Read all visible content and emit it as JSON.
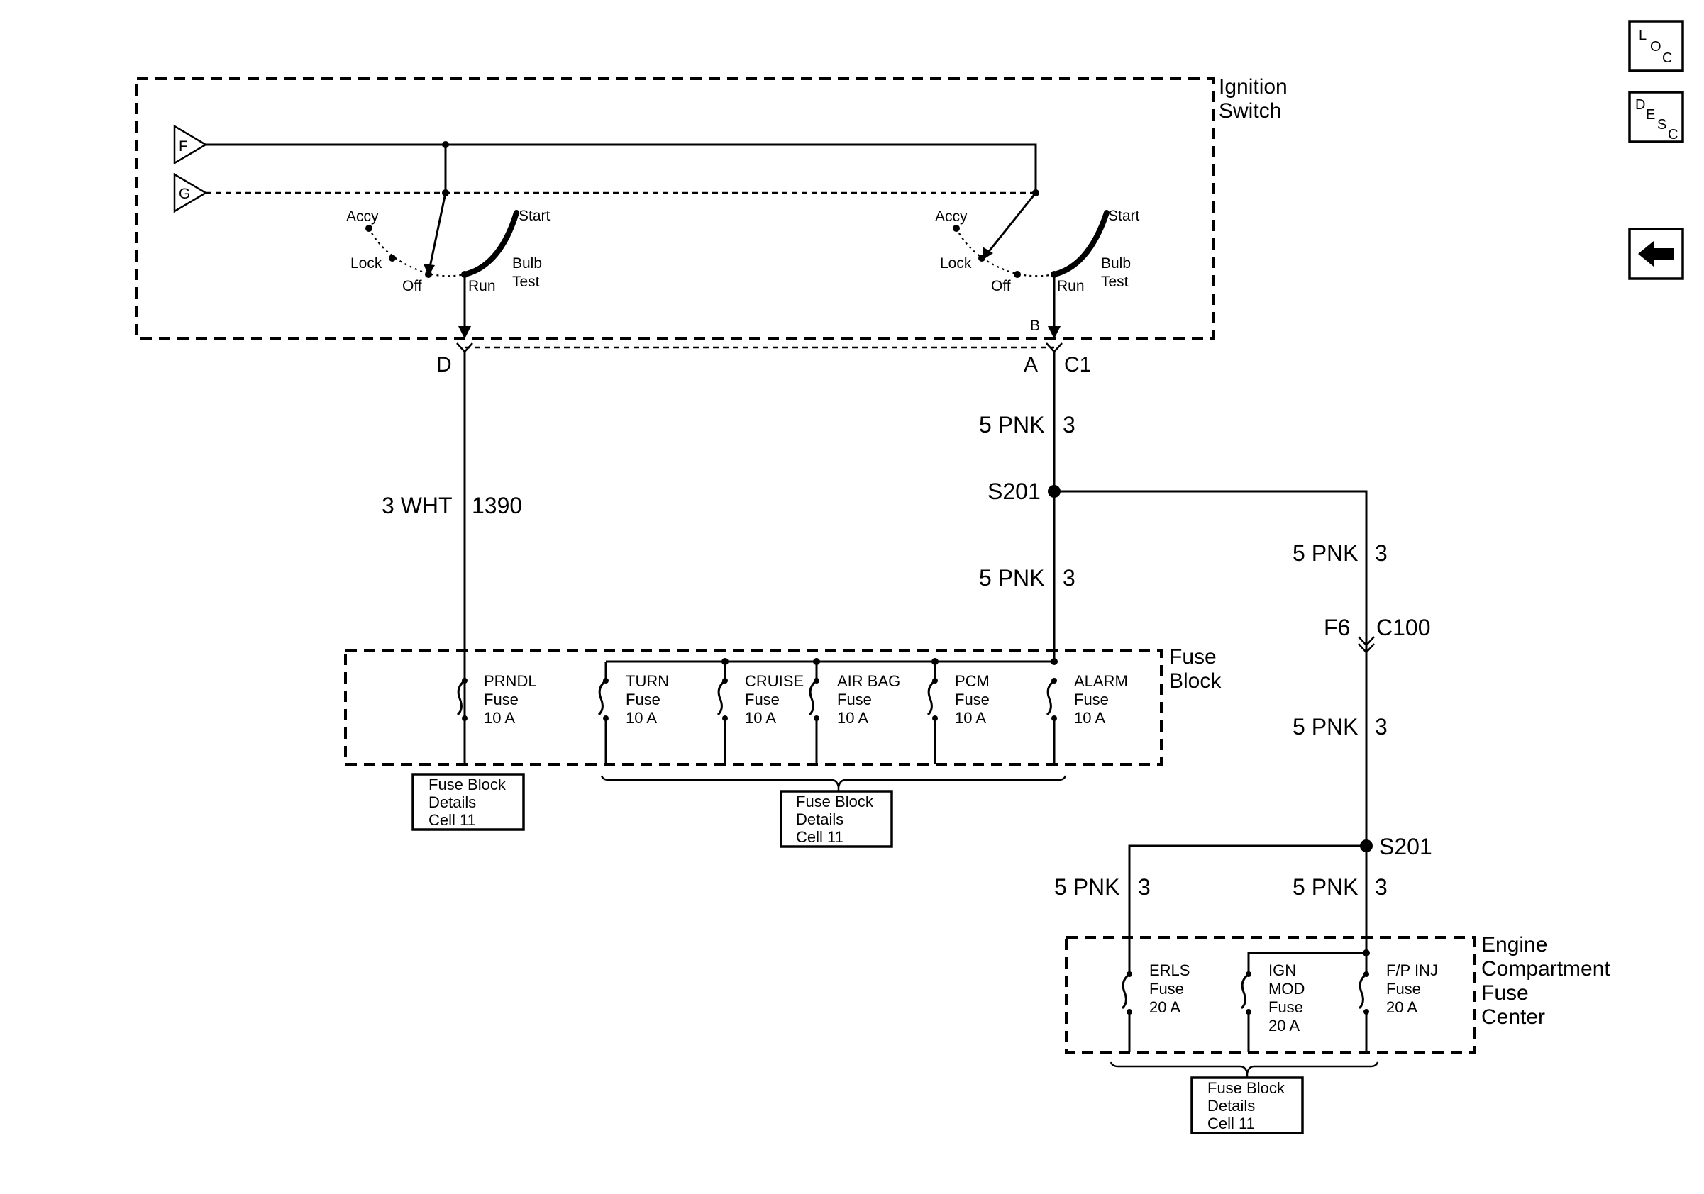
{
  "ignition_switch": {
    "title": [
      "Ignition",
      "Switch"
    ],
    "inputs": [
      "F",
      "G"
    ],
    "left_positions": [
      "Accy",
      "Lock",
      "Off",
      "Run",
      "Start",
      "Bulb",
      "Test"
    ],
    "right_positions": [
      "Accy",
      "Lock",
      "Off",
      "Run",
      "Start",
      "Bulb",
      "Test"
    ],
    "terminal_b": "B"
  },
  "connectors": {
    "left_pin": "D",
    "right_pin": "A",
    "right_connector": "C1",
    "c100_pin": "F6",
    "c100": "C100"
  },
  "wires": {
    "wht": {
      "size_color": "3 WHT",
      "circuit": "1390"
    },
    "pnk_upper": {
      "size_color": "5 PNK",
      "circuit": "3"
    },
    "pnk_lower": {
      "size_color": "5 PNK",
      "circuit": "3"
    },
    "pnk_right_a": {
      "size_color": "5 PNK",
      "circuit": "3"
    },
    "pnk_right_b": {
      "size_color": "5 PNK",
      "circuit": "3"
    },
    "pnk_erls": {
      "size_color": "5 PNK",
      "circuit": "3"
    },
    "pnk_fpinj": {
      "size_color": "5 PNK",
      "circuit": "3"
    }
  },
  "splices": {
    "upper": "S201",
    "lower": "S201"
  },
  "fuse_block": {
    "title": [
      "Fuse",
      "Block"
    ],
    "fuses": [
      {
        "name": "PRNDL",
        "type": "Fuse",
        "rating": "10 A"
      },
      {
        "name": "TURN",
        "type": "Fuse",
        "rating": "10 A"
      },
      {
        "name": "CRUISE",
        "type": "Fuse",
        "rating": "10 A"
      },
      {
        "name": "AIR BAG",
        "type": "Fuse",
        "rating": "10 A"
      },
      {
        "name": "PCM",
        "type": "Fuse",
        "rating": "10 A"
      },
      {
        "name": "ALARM",
        "type": "Fuse",
        "rating": "10 A"
      }
    ]
  },
  "engine_fuse_center": {
    "title": [
      "Engine",
      "Compartment",
      "Fuse",
      "Center"
    ],
    "fuses": [
      {
        "name": "ERLS",
        "type": "Fuse",
        "rating": "20 A"
      },
      {
        "name": "IGN",
        "name2": "MOD",
        "type": "Fuse",
        "rating": "20 A"
      },
      {
        "name": "F/P INJ",
        "type": "Fuse",
        "rating": "20 A"
      }
    ]
  },
  "refs": {
    "prndl": [
      "Fuse Block",
      "Details",
      "Cell 11"
    ],
    "fuse_block_group": [
      "Fuse Block",
      "Details",
      "Cell 11"
    ],
    "engine_group": [
      "Fuse Block",
      "Details",
      "Cell 11"
    ]
  },
  "nav": {
    "loc": [
      "L",
      "O",
      "C"
    ],
    "desc": [
      "D",
      "E",
      "S",
      "C"
    ],
    "back_icon": "arrow-left-icon"
  }
}
